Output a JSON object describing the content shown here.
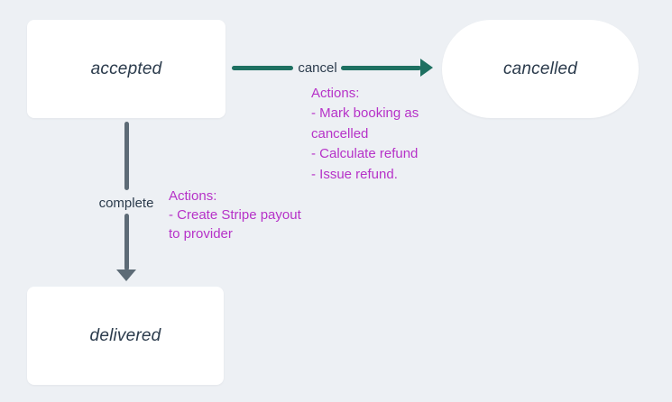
{
  "diagram": {
    "type": "state-diagram",
    "states": [
      {
        "label": "accepted",
        "shape": "rect"
      },
      {
        "label": "cancelled",
        "shape": "pill"
      },
      {
        "label": "delivered",
        "shape": "rect"
      }
    ],
    "transitions": [
      {
        "from": "accepted",
        "to": "cancelled",
        "label": "cancel",
        "actions": [
          "Actions:",
          "- Mark booking as",
          "cancelled",
          "- Calculate refund",
          "- Issue refund."
        ]
      },
      {
        "from": "accepted",
        "to": "delivered",
        "label": "complete",
        "actions": [
          "Actions:",
          "- Create Stripe payout",
          "to provider"
        ]
      }
    ],
    "colors": {
      "background": "#edf0f4",
      "node_fill": "#ffffff",
      "node_text": "#2b3b4c",
      "edge_label_text": "#2b3b4c",
      "cancel_edge": "#1e7061",
      "complete_edge": "#5d6b76",
      "actions_text": "#b632c8"
    }
  }
}
